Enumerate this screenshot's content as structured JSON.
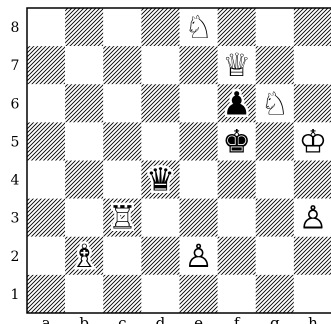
{
  "ranks": [
    "8",
    "7",
    "6",
    "5",
    "4",
    "3",
    "2",
    "1"
  ],
  "files": [
    "a",
    "b",
    "c",
    "d",
    "e",
    "f",
    "g",
    "h"
  ],
  "pieces": [
    {
      "square": "e8",
      "glyph": "♘",
      "name": "white-knight"
    },
    {
      "square": "f7",
      "glyph": "♕",
      "name": "white-queen"
    },
    {
      "square": "f6",
      "glyph": "♟",
      "name": "black-pawn"
    },
    {
      "square": "g6",
      "glyph": "♘",
      "name": "white-knight"
    },
    {
      "square": "f5",
      "glyph": "♚",
      "name": "black-king"
    },
    {
      "square": "h5",
      "glyph": "♔",
      "name": "white-king"
    },
    {
      "square": "d4",
      "glyph": "♛",
      "name": "black-queen"
    },
    {
      "square": "c3",
      "glyph": "♖",
      "name": "white-rook"
    },
    {
      "square": "h3",
      "glyph": "♙",
      "name": "white-pawn"
    },
    {
      "square": "b2",
      "glyph": "♗",
      "name": "white-bishop"
    },
    {
      "square": "e2",
      "glyph": "♙",
      "name": "white-pawn"
    }
  ]
}
